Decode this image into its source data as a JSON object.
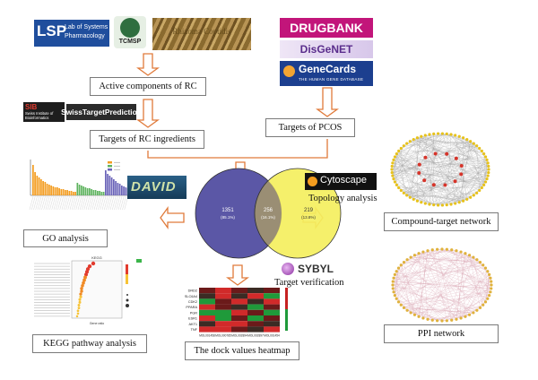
{
  "logos": {
    "lsp": {
      "mark": "LSP",
      "line1": "Lab of Systems",
      "line2": "Pharmacology"
    },
    "tcmsp": "TCMSP",
    "rhizoma": "Rhizoma Coptidis",
    "drugbank": "DRUGBANK",
    "disgenet": "DisGeNET",
    "genecards": "GeneCards",
    "genecards_tag": "THE HUMAN GENE DATABASE",
    "sib": {
      "mark": "SIB",
      "line1": "Swiss Institute of",
      "line2": "Bioinformatics"
    },
    "swiss": "SwissTargetPrediction",
    "david": "DAVID",
    "cytoscape": "Cytoscape",
    "sybyl": "SYBYL"
  },
  "boxes": {
    "active_components": "Active components of RC",
    "targets_rc": "Targets of RC ingredients",
    "targets_pcos": "Targets of PCOS",
    "go": "GO analysis",
    "kegg": "KEGG pathway analysis",
    "heatmap": "The dock values heatmap",
    "compound_target": "Compound-target network",
    "ppi": "PPI network"
  },
  "labels": {
    "topology": "Topology analysis",
    "target_verification": "Target verification"
  },
  "venn": {
    "left": {
      "count": "1351",
      "pct": "(85.1%)"
    },
    "overlap": {
      "count": "256",
      "pct": "(16.1%)"
    },
    "right": {
      "count": "219",
      "pct": "(13.8%)"
    }
  },
  "kegg_chart": {
    "title": "KEGG",
    "xlabel": "Gene ratio"
  },
  "heatmap_chart": {
    "rows": [
      "DRD2",
      "SLC6A4",
      "CDK2",
      "PPARA",
      "PGR",
      "ESR1",
      "AKT1",
      "TNF"
    ],
    "cols": [
      "MOL001458",
      "MOL000785",
      "MOL002894",
      "MOL002897",
      "MOL001454"
    ]
  },
  "colors": {
    "arrow": "#e07a3a",
    "venn_left": "#5b57a6",
    "venn_right": "#f4ef5e",
    "drugbank": "#c2157a",
    "genecards": "#1c3f8f"
  }
}
